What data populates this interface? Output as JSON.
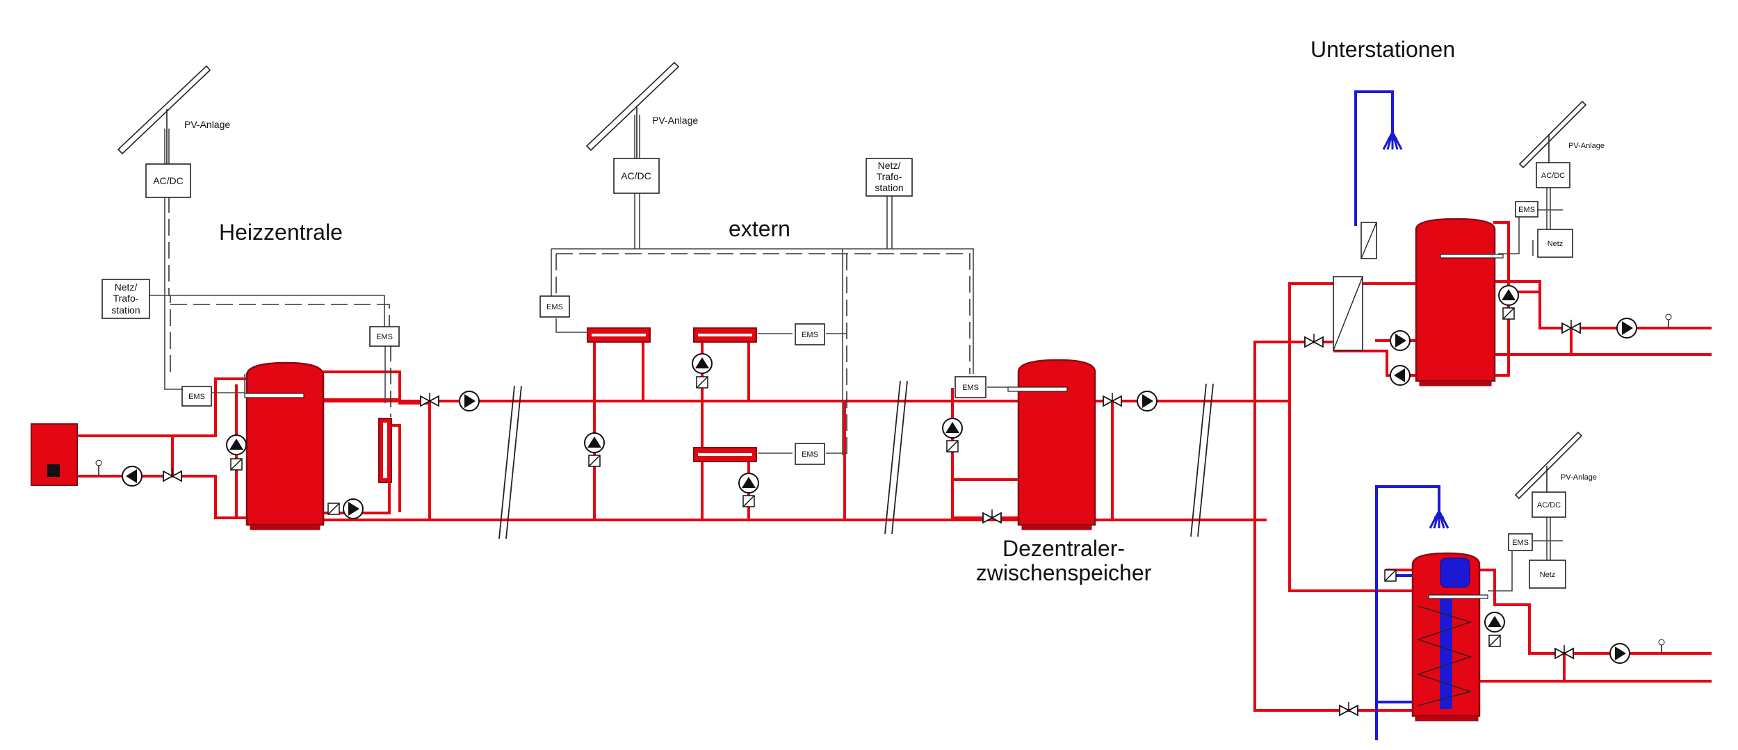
{
  "labels": {
    "heizzentrale": "Heizzentrale",
    "extern": "extern",
    "unterstationen": "Unterstationen",
    "dez_line1": "Dezentraler-",
    "dez_line2": "zwischenspeicher"
  },
  "components": {
    "pv": "PV-Anlage",
    "acdc": "AC/DC",
    "ems": "EMS",
    "netz": "Netz",
    "trafo_line1": "Netz/",
    "trafo_line2": "Trafo-",
    "trafo_line3": "station"
  },
  "colors": {
    "hot_pipe": "#e30613",
    "cold_pipe": "#1a1ad6",
    "storage_tank": "#e30613",
    "control_line": "#333333"
  }
}
